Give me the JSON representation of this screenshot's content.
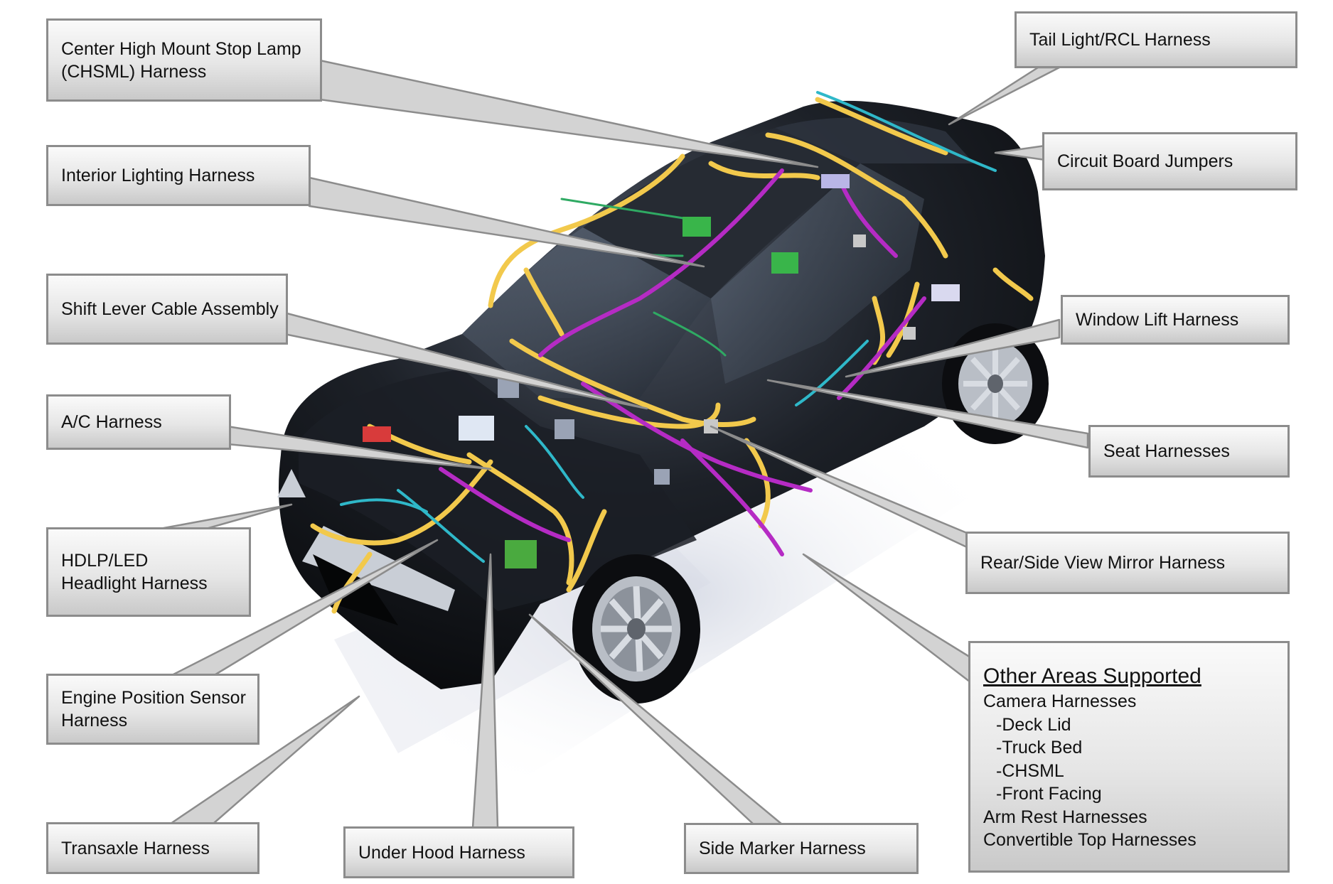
{
  "labels": {
    "chsml": [
      "Center High Mount Stop Lamp",
      "(CHSML) Harness"
    ],
    "interior_lighting": "Interior Lighting Harness",
    "shift_lever": "Shift Lever Cable Assembly",
    "ac": "A/C Harness",
    "hdlp": [
      "HDLP/LED",
      "Headlight Harness"
    ],
    "engine_position": [
      "Engine Position Sensor",
      "Harness"
    ],
    "transaxle": "Transaxle Harness",
    "under_hood": "Under Hood Harness",
    "side_marker": "Side Marker Harness",
    "tail_light": "Tail Light/RCL Harness",
    "circuit_board": "Circuit Board Jumpers",
    "window_lift": "Window Lift Harness",
    "seat": "Seat Harnesses",
    "mirror": "Rear/Side View Mirror Harness"
  },
  "other_areas": {
    "heading": "Other Areas Supported",
    "camera": "Camera Harnesses",
    "camera_items": [
      "-Deck Lid",
      "-Truck Bed",
      "-CHSML",
      "-Front Facing"
    ],
    "arm_rest": "Arm Rest Harnesses",
    "convertible": "Convertible Top Harnesses"
  },
  "colors": {
    "car_body": "#15181d",
    "wire_yellow": "#f2c94c",
    "wire_magenta": "#b52bc4",
    "wire_cyan": "#2fb8c9",
    "wire_green": "#2faa63",
    "callout_border": "#8c8c8c",
    "callout_fill": "#e3e3e3"
  }
}
